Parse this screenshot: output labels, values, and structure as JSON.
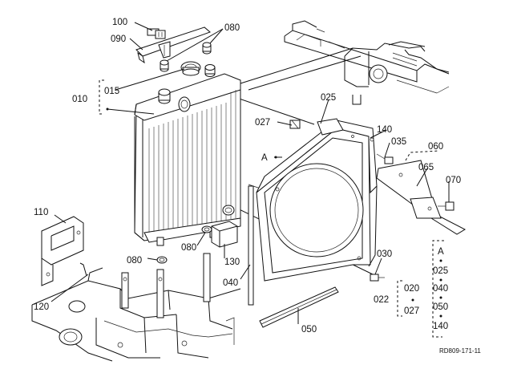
{
  "callouts": {
    "c100": "100",
    "c090": "090",
    "c080a": "080",
    "c010": "010",
    "c015": "015",
    "c025": "025",
    "c027": "027",
    "c140": "140",
    "c035": "035",
    "c060": "060",
    "c065": "065",
    "c070": "070",
    "cA": "A",
    "c110": "110",
    "c080b": "080",
    "c080c": "080",
    "c130": "130",
    "c120": "120",
    "c040": "040",
    "c030": "030",
    "c050": "050",
    "c022": "022"
  },
  "legend_a": {
    "head": "A",
    "items": [
      "025",
      "040",
      "050",
      "140"
    ]
  },
  "legend_022": {
    "items": [
      "020",
      "027"
    ]
  },
  "reference_code": "RD809-171-11"
}
